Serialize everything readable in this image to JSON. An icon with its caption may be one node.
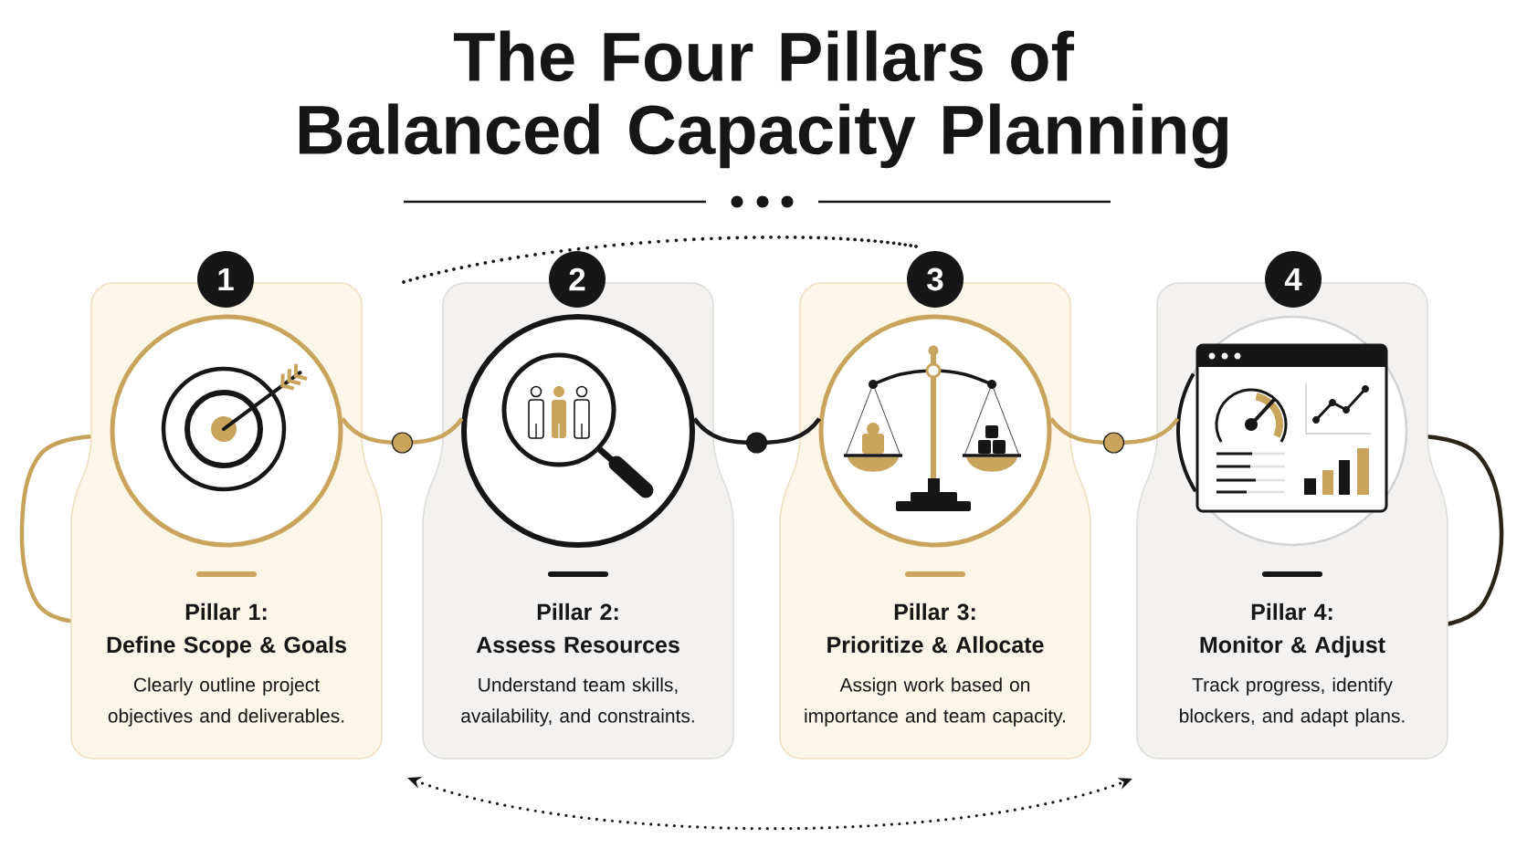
{
  "diagram": {
    "title": "The Four Pillars of Balanced Capacity Planning",
    "nodes": [
      {
        "text": [
          "1"
        ]
      },
      {
        "text": [
          "Pillar 1:",
          "Define Scope & Goals",
          "Clearly outline project objectives and deliverables."
        ]
      },
      {
        "text": [],
        "shape": "circle",
        "in": 1
      },
      {
        "text": [
          "2"
        ]
      },
      {
        "text": [
          "Pillar 2:",
          "Assess Resources",
          "Understand team skills, availability, and constraints."
        ]
      },
      {
        "text": [],
        "shape": "circle",
        "in": 4
      },
      {
        "text": [
          "3"
        ]
      },
      {
        "text": [
          "Pillar 3:",
          "Prioritize & Allocate",
          "Assign work based on importance and team capacity."
        ]
      },
      {
        "text": [],
        "shape": "circle",
        "in": 7
      },
      {
        "text": [
          "4"
        ]
      },
      {
        "text": [
          "Pillar 4:",
          "Monitor & Adjust",
          "Track progress, identify blockers, and adapt plans."
        ]
      },
      {
        "text": [],
        "shape": "circle",
        "in": 10
      }
    ],
    "edges": [
      {
        "from": 2,
        "to": 5,
        "arrow": "none"
      },
      {
        "from": 5,
        "to": 8,
        "arrow": "none",
        "color": "#1a1a1a"
      },
      {
        "from": 8,
        "to": 11,
        "arrow": "none"
      }
    ]
  }
}
